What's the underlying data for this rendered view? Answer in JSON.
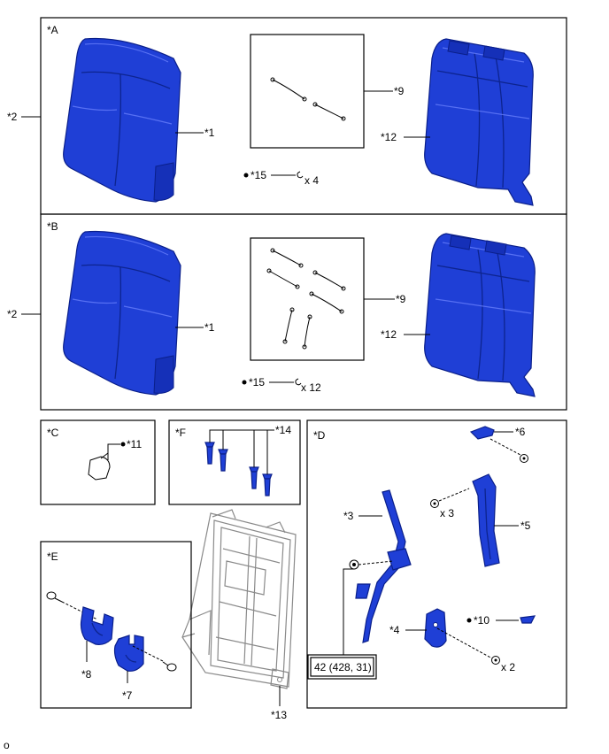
{
  "sections": {
    "A": "*A",
    "B": "*B",
    "C": "*C",
    "D": "*D",
    "E": "*E",
    "F": "*F"
  },
  "labels": {
    "a_2": "*2",
    "a_1": "*1",
    "a_9": "*9",
    "a_12": "*12",
    "a_15": "*15",
    "a_qty": "x 4",
    "b_2": "*2",
    "b_1": "*1",
    "b_9": "*9",
    "b_12": "*12",
    "b_15": "*15",
    "b_qty": "x 12",
    "c_11": "*11",
    "f_14": "*14",
    "e_8": "*8",
    "e_7": "*7",
    "d_6": "*6",
    "d_3": "*3",
    "d_qty3": "x 3",
    "d_5": "*5",
    "d_4": "*4",
    "d_10": "*10",
    "d_qty2": "x 2",
    "frame_13": "*13"
  },
  "torque": "42 (428, 31)",
  "footer": "o",
  "colors": {
    "part_blue": "#1f3fd6",
    "frame_gray": "#8a8a8a"
  }
}
